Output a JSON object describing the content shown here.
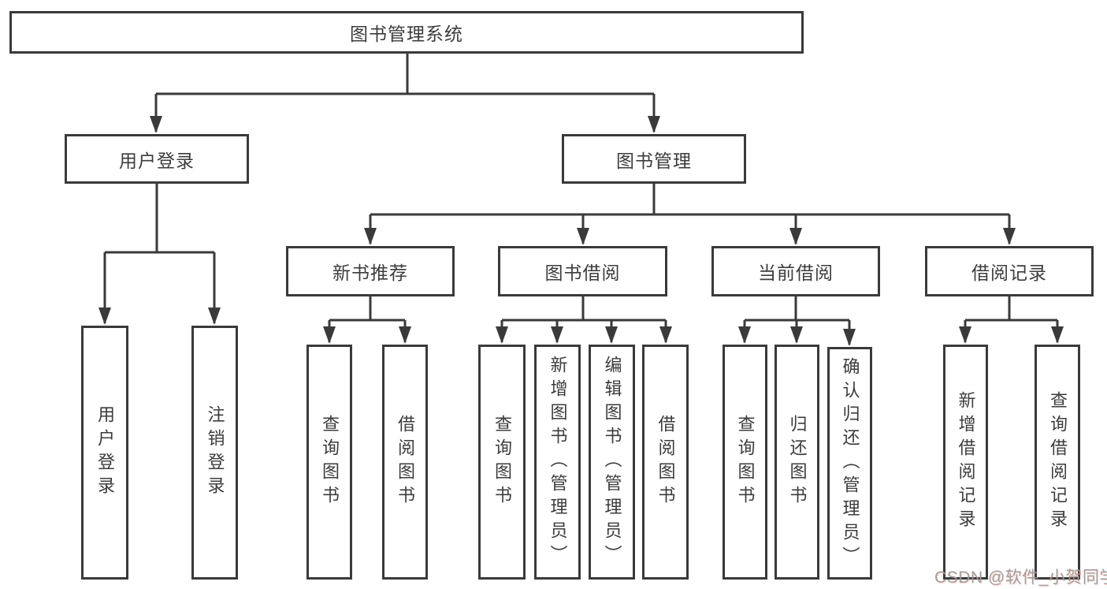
{
  "tree": {
    "label": "图书管理系统",
    "children": [
      {
        "label": "用户登录",
        "children": [
          {
            "label": "用户登录"
          },
          {
            "label": "注销登录"
          }
        ]
      },
      {
        "label": "图书管理",
        "children": [
          {
            "label": "新书推荐",
            "children": [
              {
                "label": "查询图书"
              },
              {
                "label": "借阅图书"
              }
            ]
          },
          {
            "label": "图书借阅",
            "children": [
              {
                "label": "查询图书"
              },
              {
                "label": "新增图书（管理员）"
              },
              {
                "label": "编辑图书（管理员）"
              },
              {
                "label": "借阅图书"
              }
            ]
          },
          {
            "label": "当前借阅",
            "children": [
              {
                "label": "查询图书"
              },
              {
                "label": "归还图书"
              },
              {
                "label": "确认归还（管理员）"
              }
            ]
          },
          {
            "label": "借阅记录",
            "children": [
              {
                "label": "新增借阅记录"
              },
              {
                "label": "查询借阅记录"
              }
            ]
          }
        ]
      }
    ]
  },
  "watermark": "CSDN @软件_小贺同学",
  "colors": {
    "line": "#3a3a3a",
    "box_border": "#3a3a3a",
    "text": "#3c3c3c",
    "watermark": "#9b9b9b",
    "background": "#ffffff"
  }
}
